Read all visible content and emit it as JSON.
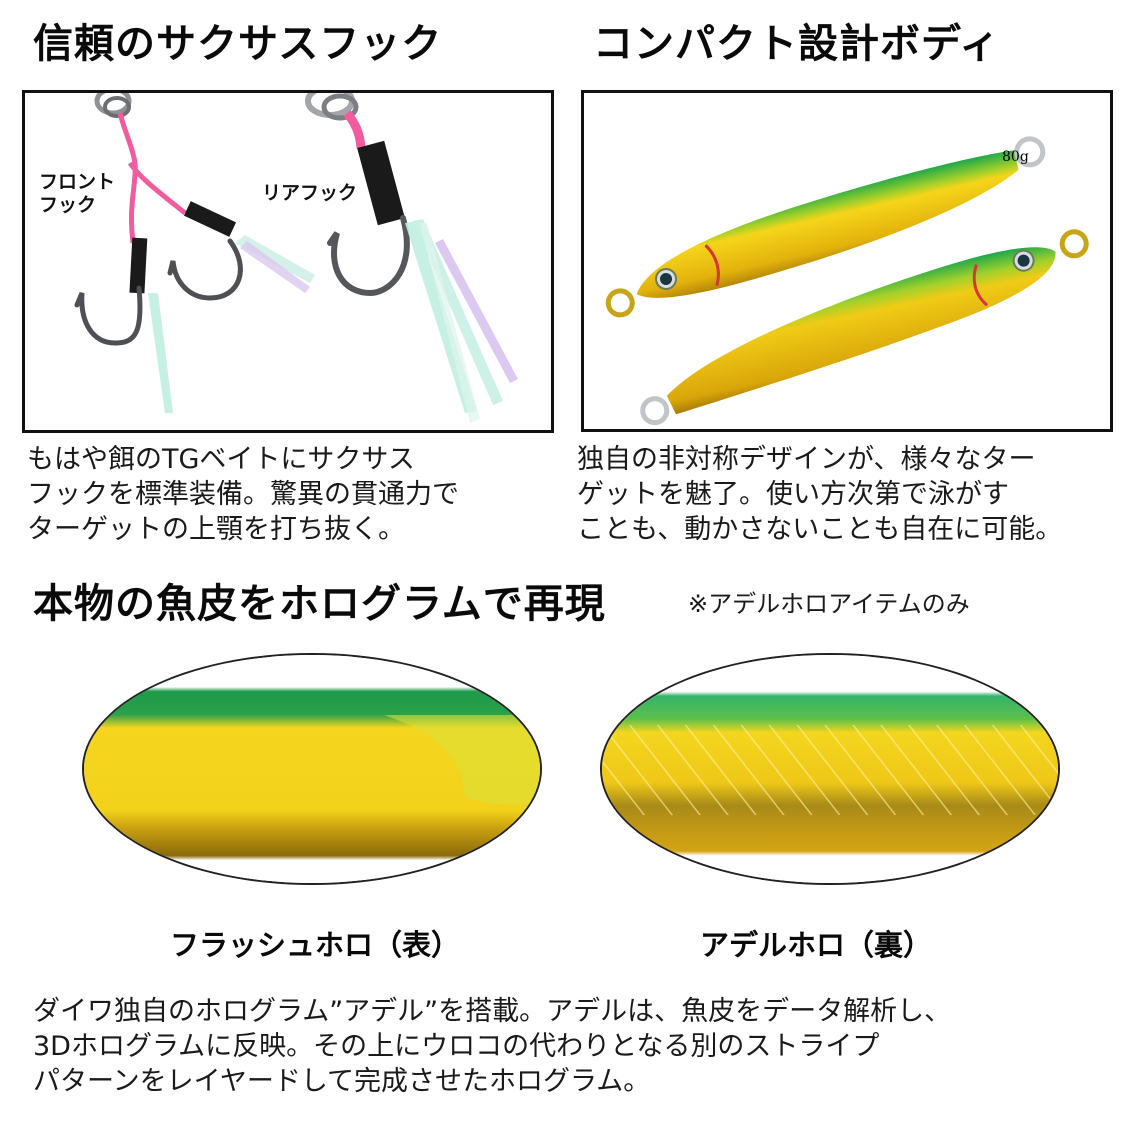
{
  "section1": {
    "title": "信頼のサクサスフック",
    "labels": {
      "front_hook": [
        "フロント",
        "フック"
      ],
      "rear_hook": "リアフック"
    },
    "description": [
      "もはや餌のTGベイトにサクサス",
      "フックを標準装備。驚異の貫通力で",
      "ターゲットの上顎を打ち抜く。"
    ]
  },
  "section2": {
    "title": "コンパクト設計ボディ",
    "weight_mark": "80g",
    "description": [
      "独自の非対称デザインが、様々なター",
      "ゲットを魅了。使い方次第で泳がす",
      "ことも、動かさないことも自在に可能。"
    ]
  },
  "section3": {
    "title": "本物の魚皮をホログラムで再現",
    "note": "※アデルホロアイテムのみ",
    "images": [
      {
        "caption": "フラッシュホロ（表）"
      },
      {
        "caption": "アデルホロ（裏）"
      }
    ],
    "description": [
      "ダイワ独自のホログラム”アデル”を搭載。アデルは、魚皮をデータ解析し、",
      "3Dホログラムに反映。その上にウロコの代わりとなる別のストライプ",
      "パターンをレイヤードして完成させたホログラム。"
    ]
  },
  "colors": {
    "lure_green": "#1fa84a",
    "lure_gold": "#e8b90c",
    "lure_yellow": "#f6d81e",
    "line_pink": "#f25c9e",
    "gill_red": "#d8353a",
    "hook_gray": "#55575a",
    "skirt_mint": "#bfeee0",
    "skirt_purple": "#c9a2e6"
  }
}
